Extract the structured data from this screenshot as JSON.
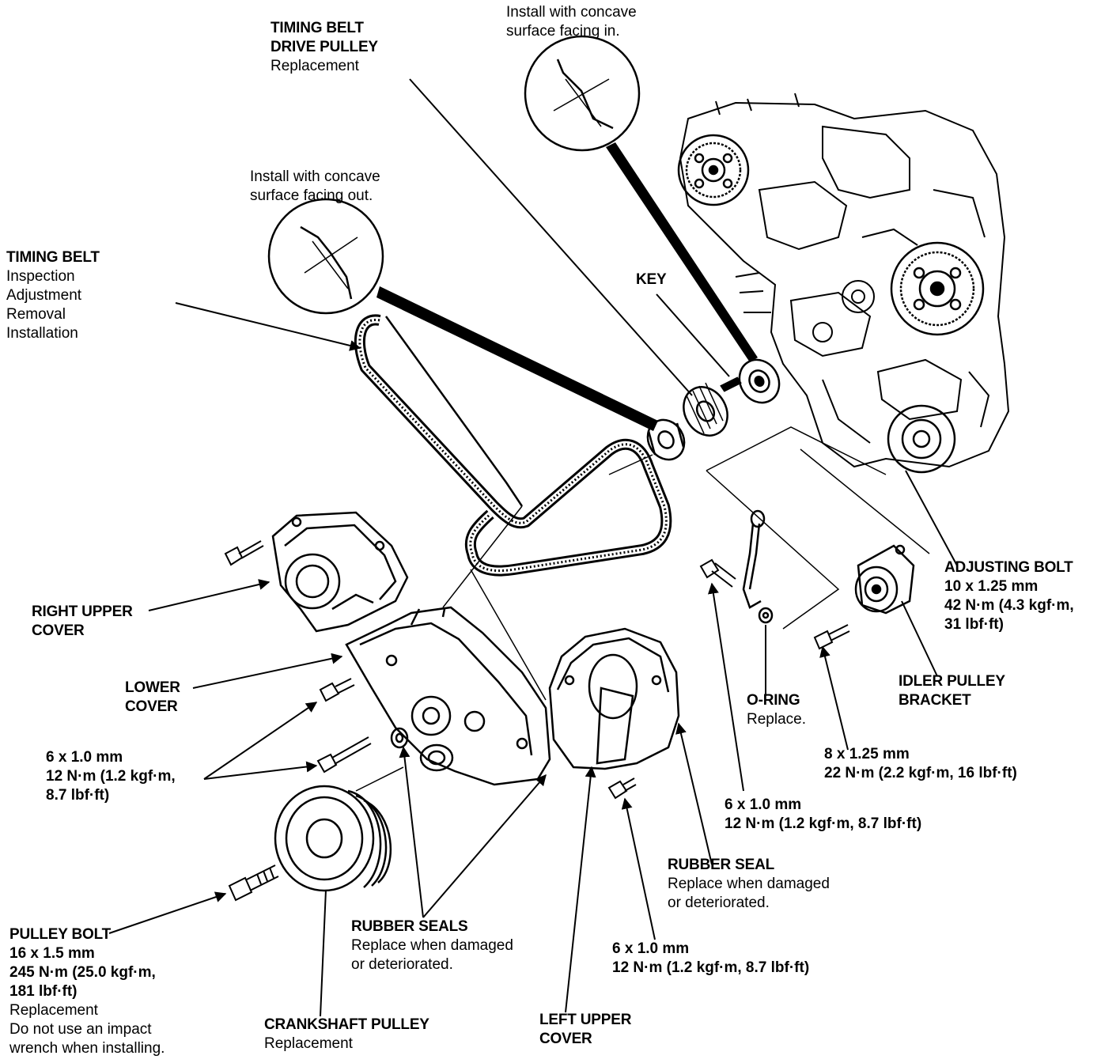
{
  "diagram": {
    "labels": {
      "timing_belt_drive_pulley": {
        "title": [
          "TIMING BELT",
          "DRIVE PULLEY"
        ],
        "notes": [
          "Replacement"
        ]
      },
      "note_concave_in": {
        "notes": [
          "Install with concave",
          "surface facing in."
        ]
      },
      "note_concave_out": {
        "notes": [
          "Install with concave",
          "surface facing out."
        ]
      },
      "timing_belt": {
        "title": [
          "TIMING BELT"
        ],
        "notes": [
          "Inspection",
          "Adjustment",
          "Removal",
          "Installation"
        ]
      },
      "key": {
        "title": [
          "KEY"
        ]
      },
      "right_upper_cover": {
        "title": [
          "RIGHT UPPER",
          "COVER"
        ]
      },
      "lower_cover": {
        "title": [
          "LOWER",
          "COVER"
        ]
      },
      "bolt_6x10_left": {
        "specs": [
          "6 x 1.0 mm",
          "12 N·m (1.2 kgf·m,",
          "8.7 lbf·ft)"
        ]
      },
      "adjusting_bolt": {
        "title": [
          "ADJUSTING BOLT"
        ],
        "specs": [
          "10 x 1.25 mm",
          "42 N·m (4.3 kgf·m,",
          "31 lbf·ft)"
        ]
      },
      "idler_pulley_bracket": {
        "title": [
          "IDLER PULLEY",
          "BRACKET"
        ]
      },
      "o_ring": {
        "title": [
          "O-RING"
        ],
        "notes": [
          "Replace."
        ]
      },
      "bolt_8x125": {
        "specs": [
          "8 x 1.25 mm",
          "22 N·m (2.2 kgf·m, 16 lbf·ft)"
        ]
      },
      "bolt_6x10_right": {
        "specs": [
          "6 x 1.0 mm",
          "12 N·m (1.2 kgf·m, 8.7 lbf·ft)"
        ]
      },
      "rubber_seal": {
        "title": [
          "RUBBER SEAL"
        ],
        "notes": [
          "Replace when damaged",
          "or deteriorated."
        ]
      },
      "pulley_bolt": {
        "title": [
          "PULLEY BOLT"
        ],
        "specs": [
          "16 x 1.5 mm",
          "245 N·m (25.0 kgf·m,",
          "181 lbf·ft)"
        ],
        "notes": [
          "Replacement",
          "Do not use an impact",
          "wrench when installing."
        ]
      },
      "rubber_seals": {
        "title": [
          "RUBBER SEALS"
        ],
        "notes": [
          "Replace when damaged",
          "or deteriorated."
        ]
      },
      "bolt_6x10_bottom": {
        "specs": [
          "6 x 1.0 mm",
          "12 N·m (1.2 kgf·m, 8.7 lbf·ft)"
        ]
      },
      "crankshaft_pulley": {
        "title": [
          "CRANKSHAFT PULLEY"
        ],
        "notes": [
          "Replacement"
        ]
      },
      "left_upper_cover": {
        "title": [
          "LEFT UPPER",
          "COVER"
        ]
      }
    }
  }
}
